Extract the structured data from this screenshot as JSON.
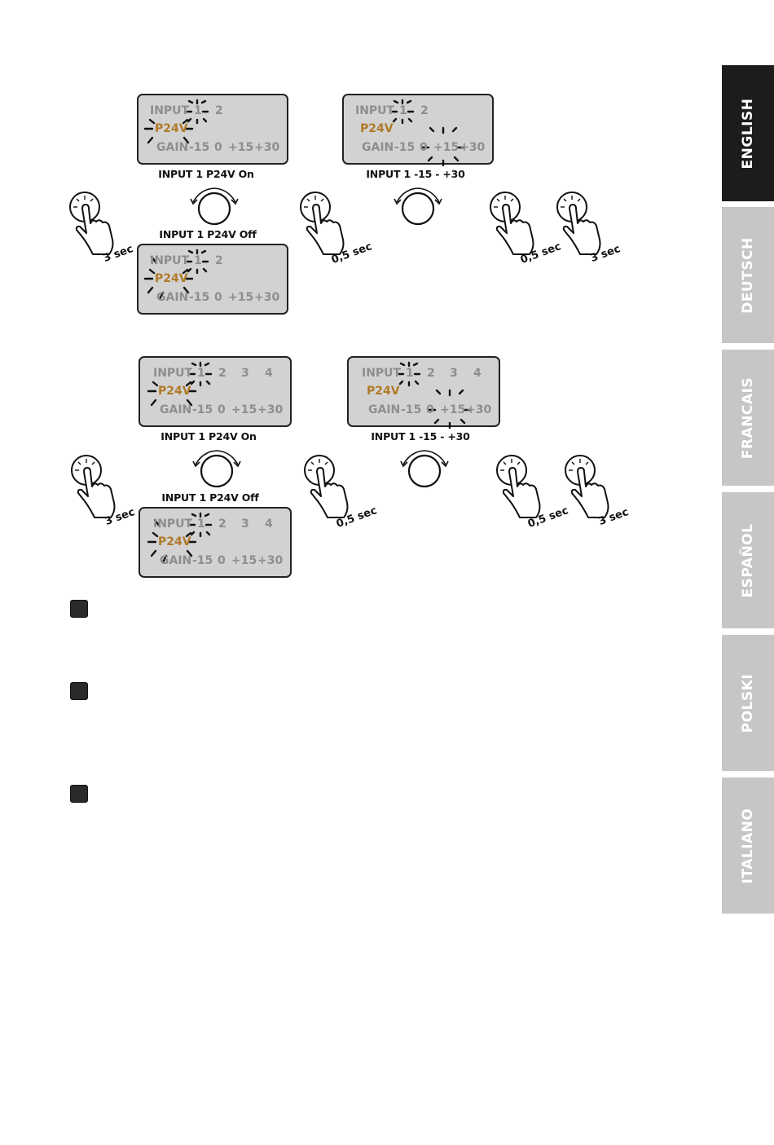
{
  "languages": [
    {
      "label": "ENGLISH",
      "active": true
    },
    {
      "label": "DEUTSCH",
      "active": false
    },
    {
      "label": "FRANCAIS",
      "active": false
    },
    {
      "label": "ESPAÑOL",
      "active": false
    },
    {
      "label": "POLSKI",
      "active": false
    },
    {
      "label": "ITALIANO",
      "active": false
    }
  ],
  "lcd": {
    "input_label": "INPUT",
    "phantom_label": "P24V",
    "gain_label": "GAIN",
    "channels": [
      "1",
      "2",
      "3",
      "4"
    ],
    "gain_steps": [
      "-15",
      "0",
      "+15",
      "+30"
    ]
  },
  "captions": {
    "p24v_on": "INPUT 1  P24V On",
    "p24v_off": "INPUT 1  P24V Off",
    "gain_range": "INPUT 1  -15  -  +30"
  },
  "times": {
    "long_press": "3 sec",
    "short_press": "0,5 sec"
  },
  "icons": {
    "press": "pressing-hand-icon",
    "rotate": "rotary-knob-icon",
    "blink": "blink-rays-icon"
  },
  "colors": {
    "lcd_bg": "#d2d2d2",
    "lcd_text": "#8e8e8e",
    "p24v": "#b07a28",
    "tab_active": "#1c1c1c",
    "tab_inactive": "#c6c6c6"
  }
}
